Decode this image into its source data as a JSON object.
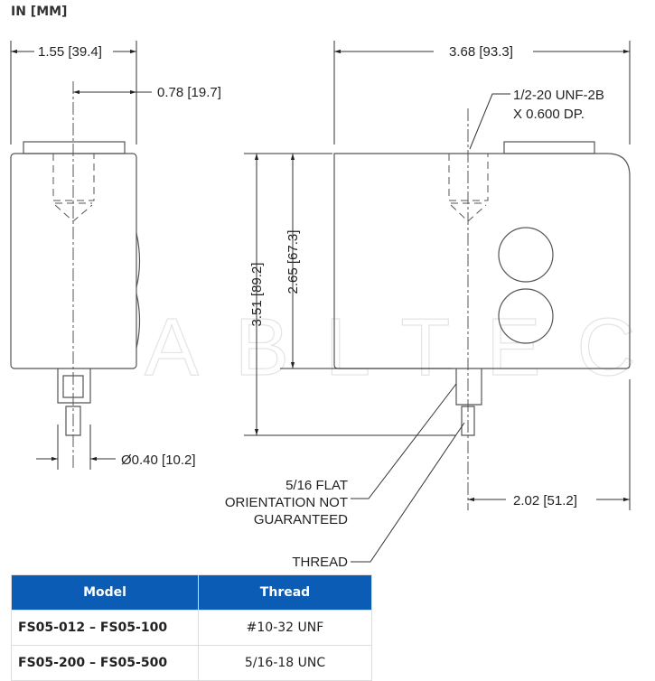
{
  "units_label": "IN [MM]",
  "dimensions": {
    "width_side": "1.55 [39.4]",
    "half_width_side": "0.78 [19.7]",
    "stem_diameter": "Ø0.40 [10.2]",
    "length_front": "3.68 [93.3]",
    "overall_height": "3.51 [89.2]",
    "body_height": "2.65 [67.3]",
    "stem_offset": "2.02 [51.2]"
  },
  "callouts": {
    "top_thread_line1": "1/2-20 UNF-2B",
    "top_thread_line2": "X 0.600 DP.",
    "flat_line1": "5/16 FLAT",
    "flat_line2": "ORIENTATION NOT",
    "flat_line3": "GUARANTEED",
    "thread": "THREAD"
  },
  "watermark": "ABLTEC",
  "table": {
    "headers": [
      "Model",
      "Thread"
    ],
    "rows": [
      [
        "FS05-012 – FS05-100",
        "#10-32 UNF"
      ],
      [
        "FS05-200 – FS05-500",
        "5/16-18 UNC"
      ]
    ]
  },
  "colors": {
    "header_bg": "#0a5cb5"
  }
}
